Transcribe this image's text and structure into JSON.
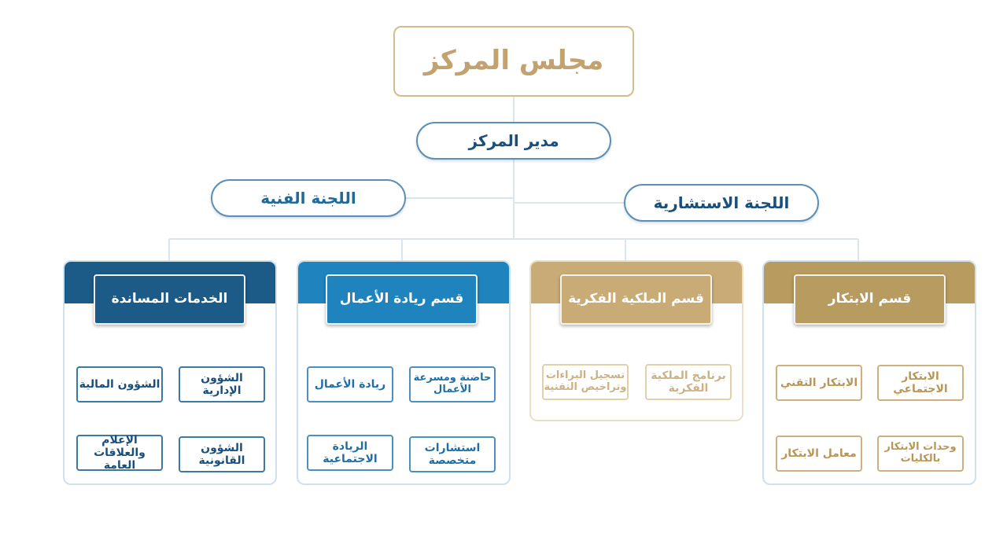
{
  "board": "مجلس المركز",
  "director": "مدير المركز",
  "technical_committee": "اللجنة الفنية",
  "advisory_committee": "اللجنة الاستشارية",
  "departments": [
    {
      "title": "الخدمات المساندة",
      "color": "#1c5a87",
      "units": [
        "الشؤون الإدارية",
        "الشؤون المالية",
        "الشؤون القانونية",
        "الإعلام والعلاقات العامة"
      ]
    },
    {
      "title": "قسم ريادة الأعمال",
      "color": "#1f84bd",
      "units": [
        "حاضنة ومسرعة الأعمال",
        "ريادة الأعمال",
        "استشارات متخصصة",
        "الريادة الاجتماعية"
      ]
    },
    {
      "title": "قسم الملكية الفكرية",
      "color": "#c9ab75",
      "units": [
        "برنامج الملكية الفكرية",
        "تسجيل البراءات وتراخيص التقنية"
      ]
    },
    {
      "title": "قسم الابتكار",
      "color": "#b89b5e",
      "units": [
        "الابتكار الاجتماعي",
        "الابتكار التقني",
        "وحدات الابتكار بالكليات",
        "معامل الابتكار"
      ]
    }
  ]
}
